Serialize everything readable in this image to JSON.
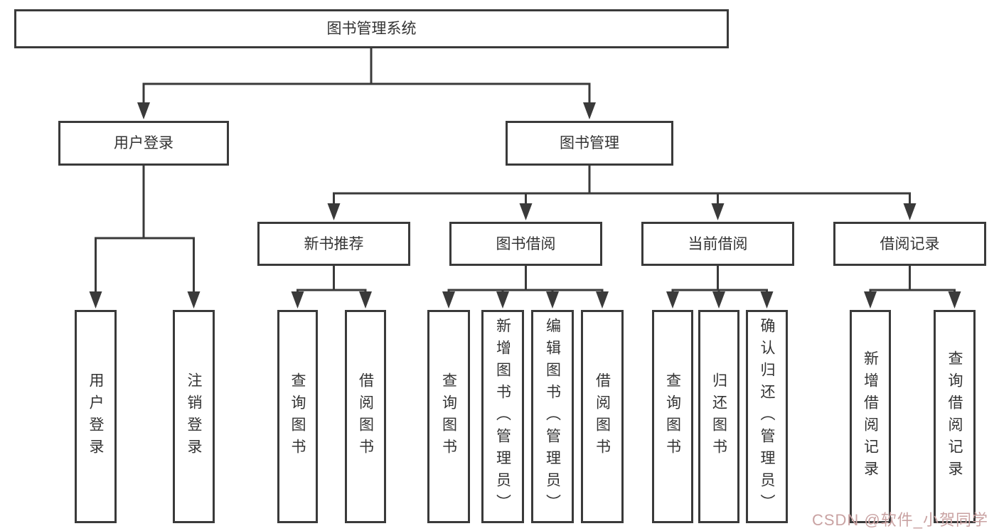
{
  "tree": {
    "label": "图书管理系统",
    "children": [
      {
        "label": "用户登录",
        "children": [
          {
            "label": "用户登录"
          },
          {
            "label": "注销登录"
          }
        ]
      },
      {
        "label": "图书管理",
        "children": [
          {
            "label": "新书推荐",
            "children": [
              {
                "label": "查询图书"
              },
              {
                "label": "借阅图书"
              }
            ]
          },
          {
            "label": "图书借阅",
            "children": [
              {
                "label": "查询图书"
              },
              {
                "label": "新增图书（管理员）"
              },
              {
                "label": "编辑图书（管理员）"
              },
              {
                "label": "借阅图书"
              }
            ]
          },
          {
            "label": "当前借阅",
            "children": [
              {
                "label": "查询图书"
              },
              {
                "label": "归还图书"
              },
              {
                "label": "确认归还（管理员）"
              }
            ]
          },
          {
            "label": "借阅记录",
            "children": [
              {
                "label": "新增借阅记录"
              },
              {
                "label": "查询借阅记录"
              }
            ]
          }
        ]
      }
    ]
  },
  "watermark": {
    "text": "CSDN @软件_小贺同学",
    "color": "#c9a2a2"
  },
  "colors": {
    "line": "#3a3a3a",
    "text": "#333333",
    "background": "#ffffff"
  }
}
